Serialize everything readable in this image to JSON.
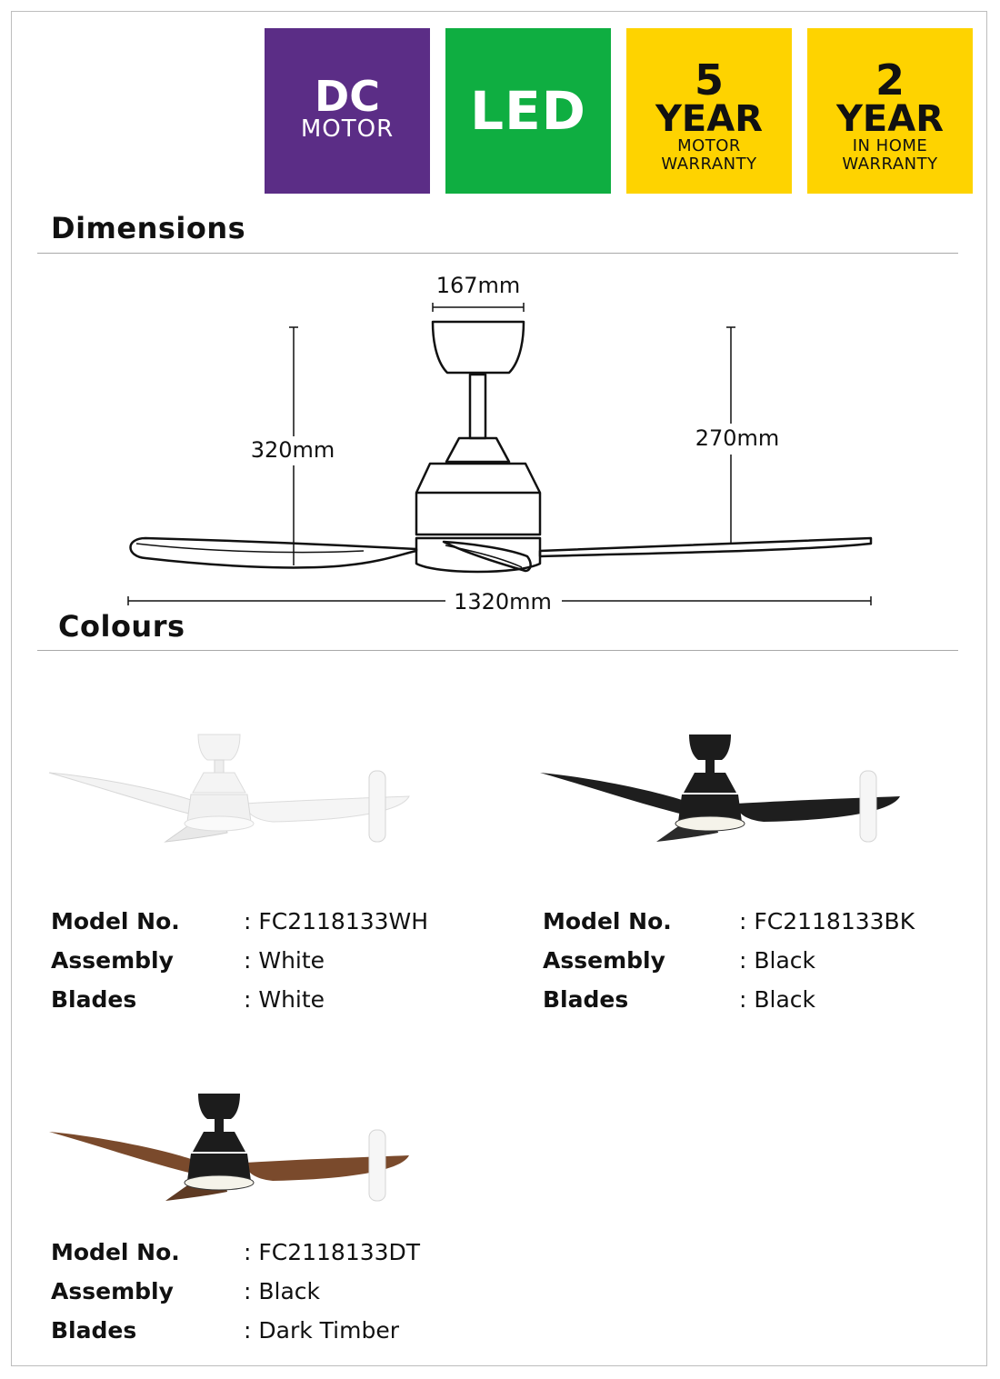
{
  "badges": {
    "motor": {
      "big": "DC",
      "small": "MOTOR",
      "color": "#5b2d86"
    },
    "led": {
      "label": "LED",
      "color": "#0fae41"
    },
    "motor_warranty": {
      "num": "5",
      "unit": "YEAR",
      "line1": "MOTOR",
      "line2": "WARRANTY",
      "color": "#fed300"
    },
    "home_warranty": {
      "num": "2",
      "unit": "YEAR",
      "line1": "IN HOME",
      "line2": "WARRANTY",
      "color": "#fed300"
    }
  },
  "dimensions": {
    "title": "Dimensions",
    "canopy_width": "167mm",
    "drop_left": "320mm",
    "drop_right": "270mm",
    "span": "1320mm"
  },
  "colours": {
    "title": "Colours",
    "models": [
      {
        "model_label": "Model No.",
        "model": ": FC2118133WH",
        "assembly_label": "Assembly",
        "assembly": ": White",
        "blades_label": "Blades",
        "blades": ": White",
        "finish_color": "#f2f2f2",
        "blade_color": "#f4f4f4"
      },
      {
        "model_label": "Model No.",
        "model": ": FC2118133BK",
        "assembly_label": "Assembly",
        "assembly": ": Black",
        "blades_label": "Blades",
        "blades": ": Black",
        "finish_color": "#1c1c1c",
        "blade_color": "#1e1e1e"
      },
      {
        "model_label": "Model No.",
        "model": ": FC2118133DT",
        "assembly_label": "Assembly",
        "assembly": ": Black",
        "blades_label": "Blades",
        "blades": ": Dark Timber",
        "finish_color": "#1c1c1c",
        "blade_color": "#7a4a2c"
      }
    ]
  }
}
